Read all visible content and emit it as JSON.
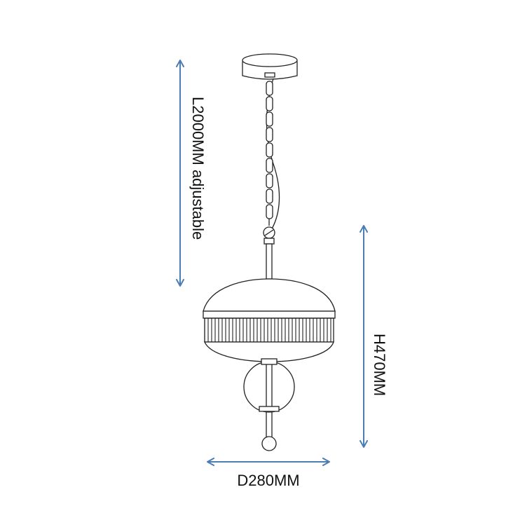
{
  "dimensions": {
    "chain_length": "L2000MM adjustable",
    "height": "H470MM",
    "diameter": "D280MM"
  },
  "colors": {
    "arrow": "#4a7db5",
    "line": "#222222",
    "text": "#111111"
  }
}
